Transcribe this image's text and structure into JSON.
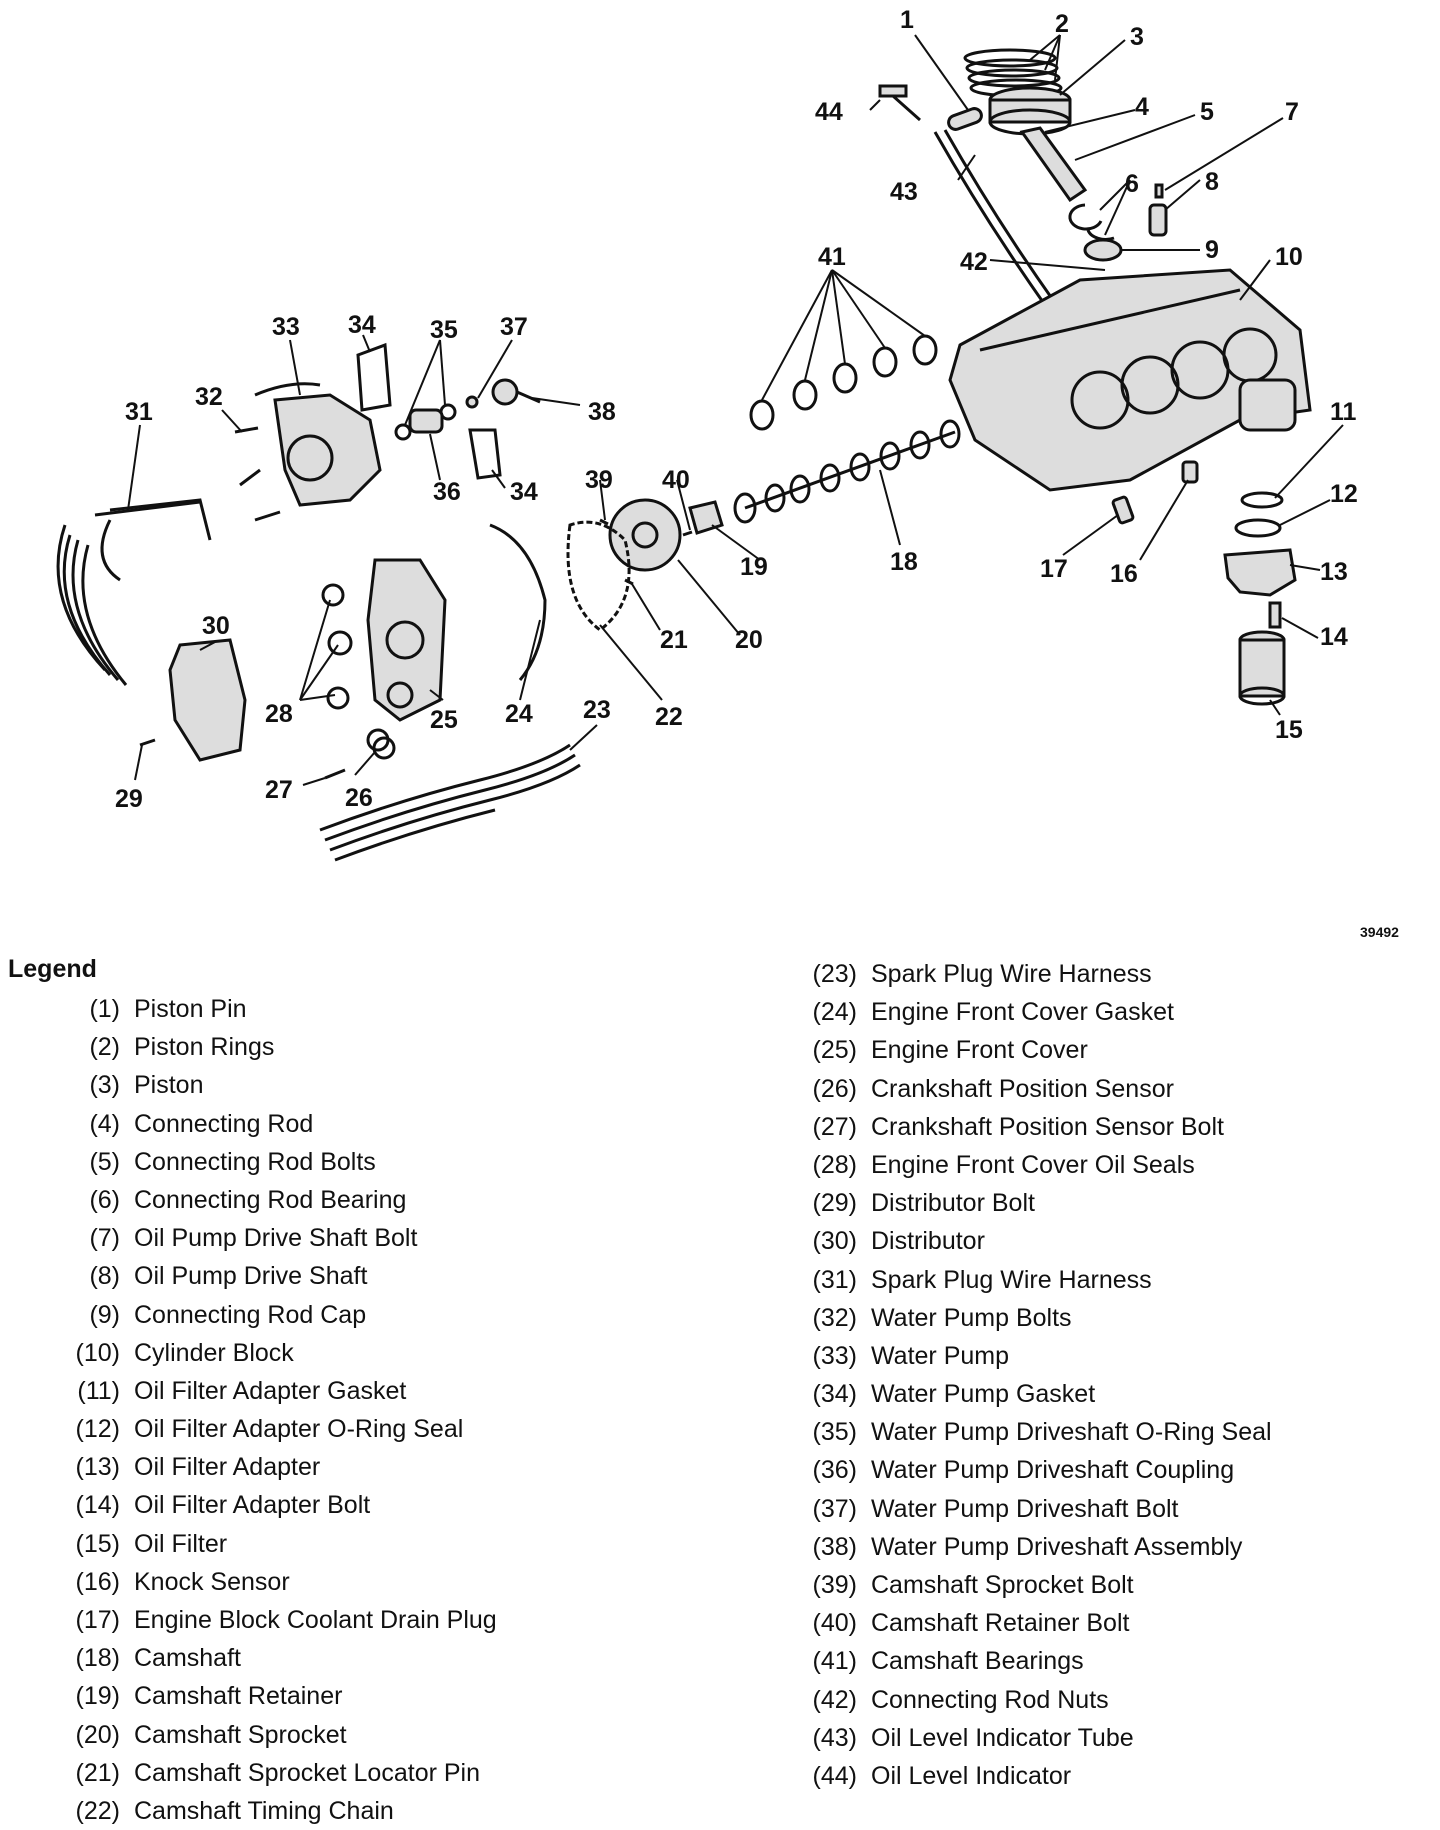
{
  "figure_code": "39492",
  "legend_title": "Legend",
  "callouts": [
    "1",
    "2",
    "3",
    "4",
    "5",
    "6",
    "7",
    "8",
    "9",
    "10",
    "11",
    "12",
    "13",
    "14",
    "15",
    "16",
    "17",
    "18",
    "19",
    "20",
    "21",
    "22",
    "23",
    "24",
    "25",
    "26",
    "27",
    "28",
    "29",
    "30",
    "31",
    "32",
    "33",
    "34",
    "34",
    "35",
    "36",
    "37",
    "38",
    "39",
    "40",
    "41",
    "42",
    "43",
    "44"
  ],
  "legend_left": [
    {
      "num": "(1)",
      "text": "Piston Pin"
    },
    {
      "num": "(2)",
      "text": "Piston Rings"
    },
    {
      "num": "(3)",
      "text": "Piston"
    },
    {
      "num": "(4)",
      "text": "Connecting Rod"
    },
    {
      "num": "(5)",
      "text": "Connecting Rod Bolts"
    },
    {
      "num": "(6)",
      "text": "Connecting Rod Bearing"
    },
    {
      "num": "(7)",
      "text": "Oil Pump Drive Shaft Bolt"
    },
    {
      "num": "(8)",
      "text": "Oil Pump Drive Shaft"
    },
    {
      "num": "(9)",
      "text": "Connecting Rod Cap"
    },
    {
      "num": "(10)",
      "text": "Cylinder Block"
    },
    {
      "num": "(11)",
      "text": "Oil Filter Adapter Gasket"
    },
    {
      "num": "(12)",
      "text": "Oil Filter Adapter O-Ring Seal"
    },
    {
      "num": "(13)",
      "text": "Oil Filter Adapter"
    },
    {
      "num": "(14)",
      "text": "Oil Filter Adapter Bolt"
    },
    {
      "num": "(15)",
      "text": "Oil Filter"
    },
    {
      "num": "(16)",
      "text": "Knock Sensor"
    },
    {
      "num": "(17)",
      "text": "Engine Block Coolant Drain Plug"
    },
    {
      "num": "(18)",
      "text": "Camshaft"
    },
    {
      "num": "(19)",
      "text": "Camshaft Retainer"
    },
    {
      "num": "(20)",
      "text": "Camshaft Sprocket"
    },
    {
      "num": "(21)",
      "text": "Camshaft Sprocket Locator Pin"
    },
    {
      "num": "(22)",
      "text": "Camshaft Timing Chain"
    }
  ],
  "legend_right": [
    {
      "num": "(23)",
      "text": "Spark Plug Wire Harness"
    },
    {
      "num": "(24)",
      "text": "Engine Front Cover Gasket"
    },
    {
      "num": "(25)",
      "text": "Engine Front Cover"
    },
    {
      "num": "(26)",
      "text": "Crankshaft Position Sensor"
    },
    {
      "num": "(27)",
      "text": "Crankshaft Position Sensor Bolt"
    },
    {
      "num": "(28)",
      "text": "Engine Front Cover Oil Seals"
    },
    {
      "num": "(29)",
      "text": "Distributor Bolt"
    },
    {
      "num": "(30)",
      "text": "Distributor"
    },
    {
      "num": "(31)",
      "text": "Spark Plug Wire Harness"
    },
    {
      "num": "(32)",
      "text": "Water Pump Bolts"
    },
    {
      "num": "(33)",
      "text": "Water Pump"
    },
    {
      "num": "(34)",
      "text": "Water Pump Gasket"
    },
    {
      "num": "(35)",
      "text": "Water Pump Driveshaft O-Ring Seal"
    },
    {
      "num": "(36)",
      "text": "Water Pump Driveshaft Coupling"
    },
    {
      "num": "(37)",
      "text": "Water Pump Driveshaft Bolt"
    },
    {
      "num": "(38)",
      "text": "Water Pump Driveshaft Assembly"
    },
    {
      "num": "(39)",
      "text": "Camshaft Sprocket Bolt"
    },
    {
      "num": "(40)",
      "text": "Camshaft Retainer Bolt"
    },
    {
      "num": "(41)",
      "text": "Camshaft Bearings"
    },
    {
      "num": "(42)",
      "text": "Connecting Rod Nuts"
    },
    {
      "num": "(43)",
      "text": "Oil Level Indicator Tube"
    },
    {
      "num": "(44)",
      "text": "Oil Level Indicator"
    }
  ]
}
